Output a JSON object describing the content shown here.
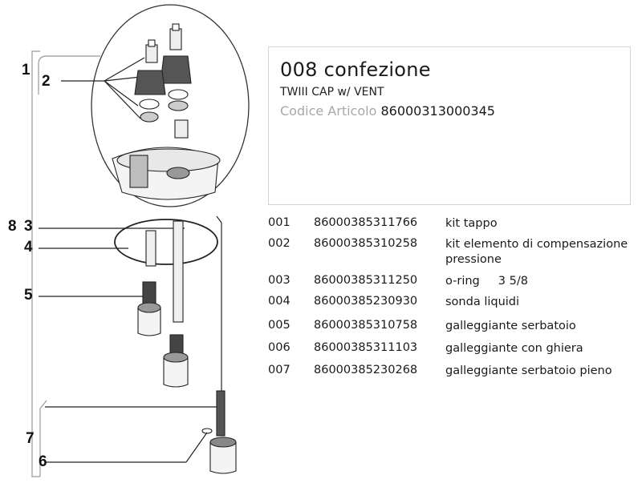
{
  "callouts": [
    "1",
    "2",
    "8",
    "3",
    "4",
    "5",
    "7",
    "6"
  ],
  "info": {
    "title": "008  confezione",
    "subtitle": "TWIII CAP w/ VENT",
    "code_label": "Codice Articolo",
    "code_value": "86000313000345"
  },
  "parts": [
    {
      "num": "001",
      "code": "86000385311766",
      "desc": "kit tappo"
    },
    {
      "num": "002",
      "code": "86000385310258",
      "desc": "kit elemento di compensazione pressione"
    },
    {
      "num": "003",
      "code": "86000385311250",
      "desc": "o-ring     3 5/8"
    },
    {
      "num": "004",
      "code": "86000385230930",
      "desc": "sonda liquidi"
    },
    {
      "num": "005",
      "code": "86000385310758",
      "desc": "galleggiante serbatoio"
    },
    {
      "num": "006",
      "code": "86000385311103",
      "desc": "galleggiante con ghiera"
    },
    {
      "num": "007",
      "code": "86000385230268",
      "desc": "galleggiante serbatoio pieno"
    }
  ]
}
